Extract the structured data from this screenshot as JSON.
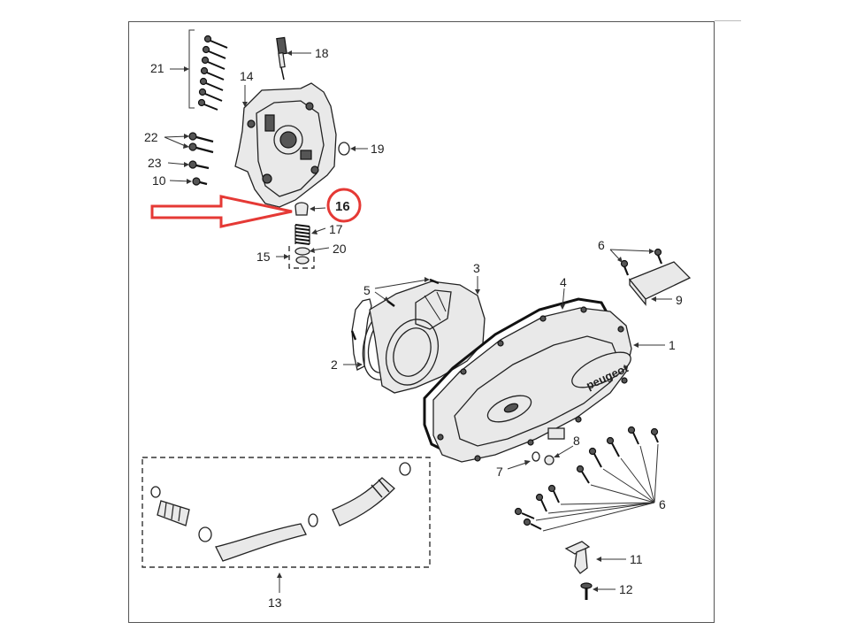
{
  "diagram": {
    "labels": {
      "l1": "1",
      "l2": "2",
      "l3": "3",
      "l4": "4",
      "l5": "5",
      "l6a": "6",
      "l6b": "6",
      "l7": "7",
      "l8": "8",
      "l9": "9",
      "l10": "10",
      "l11": "11",
      "l12": "12",
      "l13": "13",
      "l14": "14",
      "l15": "15",
      "l16": "16",
      "l17": "17",
      "l18": "18",
      "l19": "19",
      "l20": "20",
      "l21": "21",
      "l22": "22",
      "l23": "23"
    },
    "cover_logo": "peugeot",
    "highlight_color": "#e53935",
    "line_color": "#222222",
    "part_fill": "#e9e9e9"
  }
}
